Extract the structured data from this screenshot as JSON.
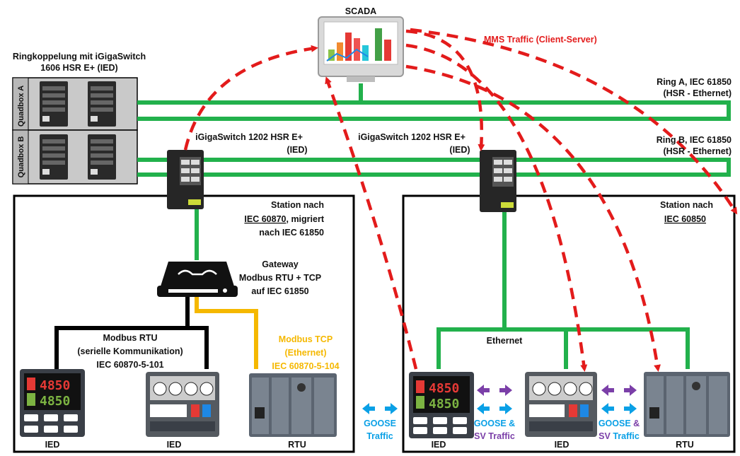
{
  "scada": {
    "label": "SCADA"
  },
  "mms": {
    "label": "MMS Traffic (Client-Server)"
  },
  "ringkopplung": {
    "line1": "Ringkoppelung mit iGigaSwitch",
    "line2": "1606 HSR E+ (IED)"
  },
  "quadbox_a": {
    "label": "Quadbox A"
  },
  "quadbox_b": {
    "label": "Quadbox B"
  },
  "ring_a": {
    "line1": "Ring A, IEC 61850",
    "line2": "(HSR - Ethernet)"
  },
  "ring_b": {
    "line1": "Ring B, IEC 61850",
    "line2": "(HSR - Ethernet)"
  },
  "switch_left": {
    "line1": "iGigaSwitch 1202 HSR E+",
    "line2": "(IED)"
  },
  "switch_right": {
    "line1": "iGigaSwitch 1202 HSR E+",
    "line2": "(IED)"
  },
  "station_left": {
    "line1": "Station nach",
    "line2": "IEC 60870",
    "line2b": ", migriert",
    "line3": "nach IEC 61850"
  },
  "station_right": {
    "line1": "Station nach",
    "line2": "IEC 60850"
  },
  "gateway": {
    "line1": "Gateway",
    "line2": "Modbus RTU + TCP",
    "line3": "auf IEC 61850"
  },
  "modbus_rtu": {
    "line1": "Modbus RTU",
    "line2": "(serielle Kommunikation)",
    "line3": "IEC 60870-5-101"
  },
  "modbus_tcp": {
    "line1": "Modbus TCP",
    "line2": "(Ethernet)",
    "line3": "IEC 60870-5-104"
  },
  "ethernet": {
    "label": "Ethernet"
  },
  "goose_left": {
    "line1": "GOOSE",
    "line2": "Traffic"
  },
  "goose_sv_1": {
    "line1": "GOOSE &",
    "line2": "SV Traffic"
  },
  "goose_sv_2": {
    "line1a": "GOOSE",
    "line1b": "&",
    "line2a": "SV",
    "line2b": "Traffic"
  },
  "devices": {
    "left_ied1": "IED",
    "left_ied2": "IED",
    "left_rtu": "RTU",
    "right_ied1": "IED",
    "right_ied2": "IED",
    "right_rtu": "RTU",
    "display_top": "4850",
    "display_bottom": "4850"
  },
  "colors": {
    "ring": "#22b14c",
    "mms": "#e31b1b",
    "modbus_tcp": "#f5b800",
    "goose": "#0aa0e6",
    "sv": "#7b3fa8",
    "serial": "#000000"
  }
}
